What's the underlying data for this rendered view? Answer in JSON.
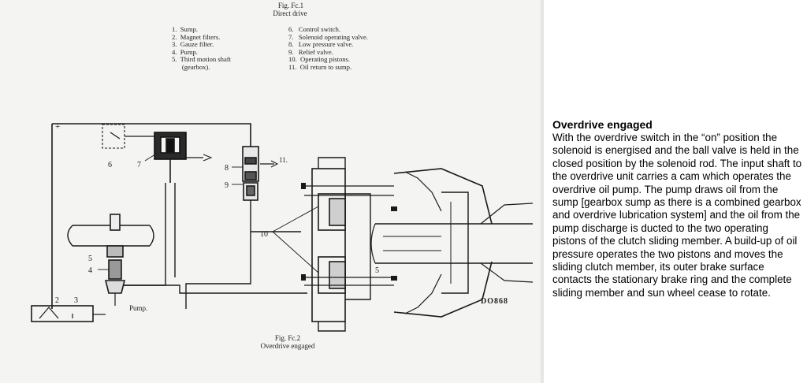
{
  "fig1": {
    "title": "Fig. Fc.1",
    "subtitle": "Direct drive"
  },
  "legend_left": [
    "1.  Sump.",
    "2.  Magnet filters.",
    "3.  Gauze filter.",
    "4.  Pump.",
    "5.  Third motion shaft",
    "      (gearbox)."
  ],
  "legend_right": [
    "6.   Control switch.",
    "7.   Solenoid operating valve.",
    "8.   Low pressure valve.",
    "9.   Relief valve.",
    "10.  Operating pistons.",
    "11.  Oil return to sump."
  ],
  "callouts": {
    "c6": "6",
    "c7": "7",
    "c8": "8",
    "c9": "9",
    "c10": "10",
    "c11": "11.",
    "c5a": "5",
    "c4": "4",
    "c2": "2",
    "c3": "3",
    "c5b": "5",
    "pump": "Pump.",
    "plus": "+",
    "code": "DO868"
  },
  "fig2": {
    "title": "Fig. Fc.2",
    "subtitle": "Overdrive engaged"
  },
  "panel": {
    "heading": "Overdrive engaged",
    "body": "With the overdrive switch in the “on” position the solenoid is energised and the ball valve is held in the closed position by the solenoid rod. The input shaft to the overdrive unit carries a cam which operates the overdrive oil pump. The pump draws oil from the sump [gearbox sump as there is a combined gearbox and overdrive lubrication system] and the oil from the pump discharge is ducted to the two operating pistons of the clutch sliding member. A build-up of oil pressure operates the two pistons and moves the sliding clutch member, its outer brake surface contacts the stationary brake ring and the complete sliding member and sun wheel cease to rotate."
  }
}
